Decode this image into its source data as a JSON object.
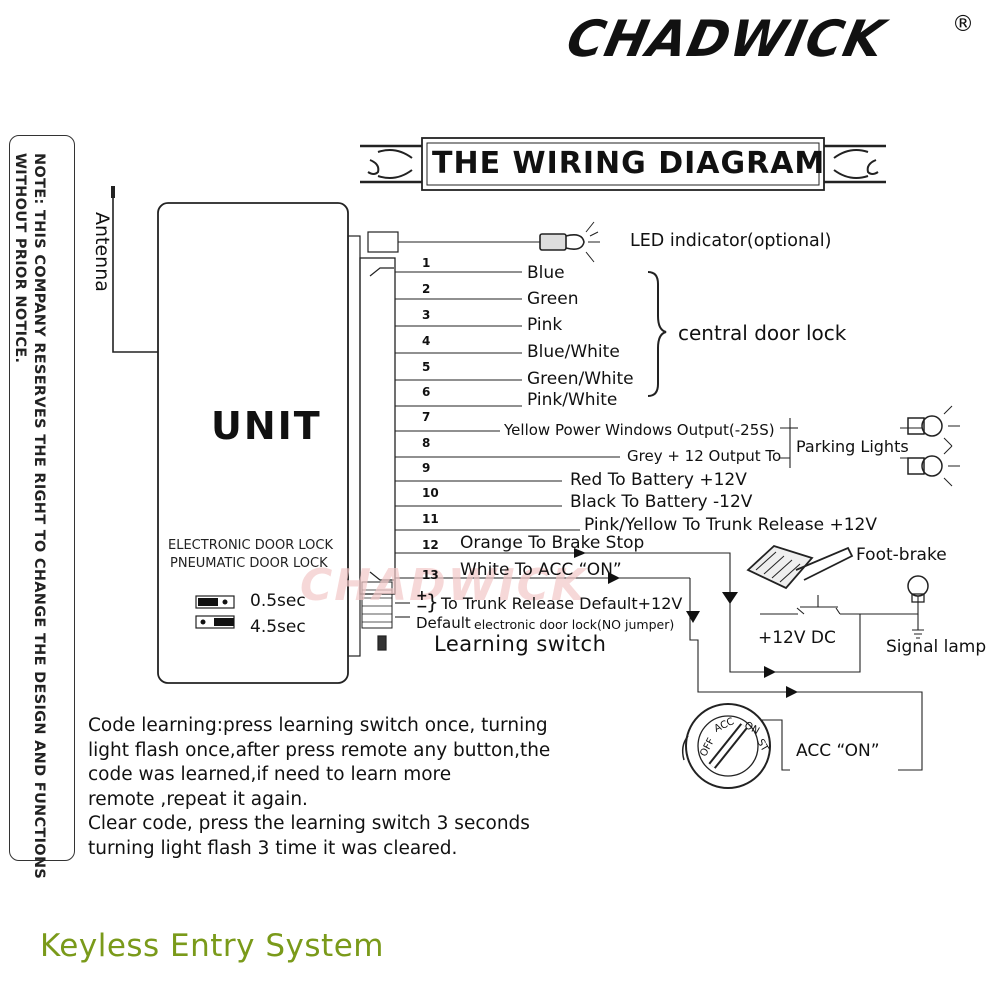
{
  "brand": {
    "name": "CHADWICK",
    "registered": "®"
  },
  "note": [
    "NOTE: THIS COMPANY RESERVES THE RIGHT TO CHANGE THE DESIGN AND FUNCTIONS",
    "WITHOUT PRIOR NOTICE."
  ],
  "title": "THE WIRING DIAGRAM",
  "unit": {
    "label": "UNIT",
    "antenna": "Antenna",
    "mode_line1": "ELECTRONIC DOOR LOCK",
    "mode_line2": "PNEUMATIC DOOR LOCK",
    "jumper1": "0.5sec",
    "jumper2": "4.5sec"
  },
  "led": "LED indicator(optional)",
  "wires": [
    {
      "num": "1",
      "label": "Blue"
    },
    {
      "num": "2",
      "label": "Green"
    },
    {
      "num": "3",
      "label": "Pink"
    },
    {
      "num": "4",
      "label": "Blue/White"
    },
    {
      "num": "5",
      "label": "Green/White"
    },
    {
      "num": "6",
      "label": "Pink/White"
    },
    {
      "num": "7",
      "label": "Yellow Power Windows Output(-25S)"
    },
    {
      "num": "8",
      "label": "Grey + 12 Output To"
    },
    {
      "num": "9",
      "label": "Red  To Battery +12V"
    },
    {
      "num": "10",
      "label": "Black To Battery -12V"
    },
    {
      "num": "11",
      "label": "Pink/Yellow To Trunk Release +12V"
    },
    {
      "num": "12",
      "label": "Orange To Brake Stop"
    },
    {
      "num": "13",
      "label": "White To ACC “ON”"
    }
  ],
  "central_door_lock": "central door lock",
  "parking_lights": "Parking Lights",
  "jumper_sign_plus": "+",
  "jumper_sign_minus": "−",
  "jumper_brace": "}",
  "trunk_release": "To Trunk Release Default+12V",
  "default_word": "Default",
  "default_rest": "electronic door lock(NO jumper)",
  "learning_switch": "Learning switch",
  "foot_brake": "Foot-brake",
  "dc": "+12V DC",
  "signal_lamp": "Signal lamp",
  "acc_on": "ACC “ON”",
  "ignition": {
    "off": "OFF",
    "acc": "ACC",
    "on": "ON",
    "st": "ST"
  },
  "instructions": [
    "Code learning:press learning switch once, turning",
    "light flash once,after press remote any button,the",
    "code was learned,if need to learn more",
    "remote ,repeat it again.",
    "Clear code, press the learning switch 3 seconds",
    "turning light flash 3 time it was cleared."
  ],
  "watermark": "CHADWICK",
  "footer": "Keyless Entry System"
}
